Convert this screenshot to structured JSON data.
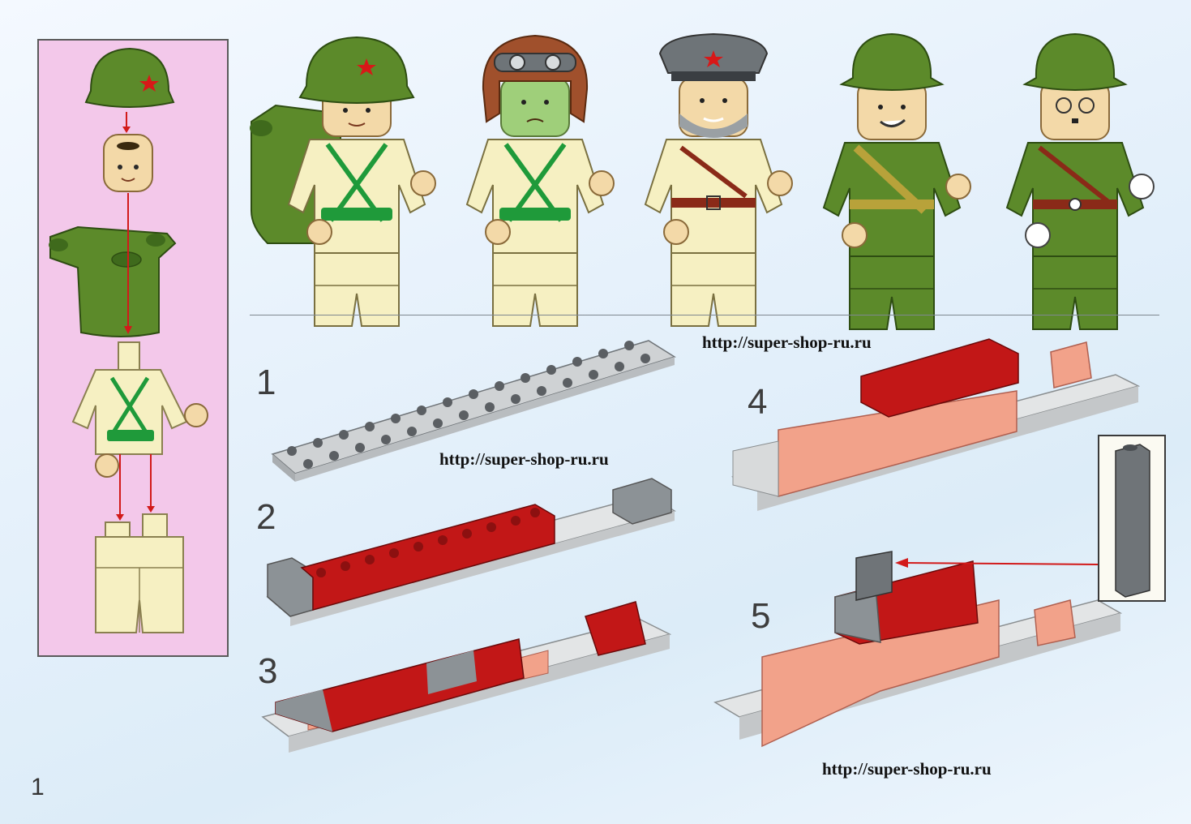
{
  "steps": [
    {
      "label": "1"
    },
    {
      "label": "2"
    },
    {
      "label": "3"
    },
    {
      "label": "4"
    },
    {
      "label": "5"
    }
  ],
  "watermarks": [
    {
      "text": "http://super-shop-ru.ru"
    },
    {
      "text": "http://super-shop-ru.ru"
    },
    {
      "text": "http://super-shop-ru.ru"
    }
  ],
  "page_number": "1",
  "colors": {
    "olive": "#5c8a2a",
    "olive_dark": "#3f6a1c",
    "cream": "#f6f0c2",
    "cream_shade": "#e4dba0",
    "brick_red": "#c21717",
    "brick_salmon": "#f2a28a",
    "brick_gray": "#8c9296",
    "brick_white": "#e3e5e6",
    "plate_gray": "#cfd2d4",
    "panel_pink": "#f3c8ea",
    "arrow_red": "#d21a1a",
    "star_red": "#d81818"
  },
  "figures": [
    {
      "name": "soldier-with-backpack",
      "uniform": "cream",
      "headgear": "helmet-star"
    },
    {
      "name": "pilot",
      "uniform": "cream",
      "headgear": "leather-cap-goggles"
    },
    {
      "name": "officer",
      "uniform": "cream",
      "headgear": "peaked-cap-star"
    },
    {
      "name": "enemy-soldier",
      "uniform": "olive",
      "headgear": "pith-helmet"
    },
    {
      "name": "enemy-officer",
      "uniform": "olive",
      "headgear": "pith-helmet"
    }
  ]
}
